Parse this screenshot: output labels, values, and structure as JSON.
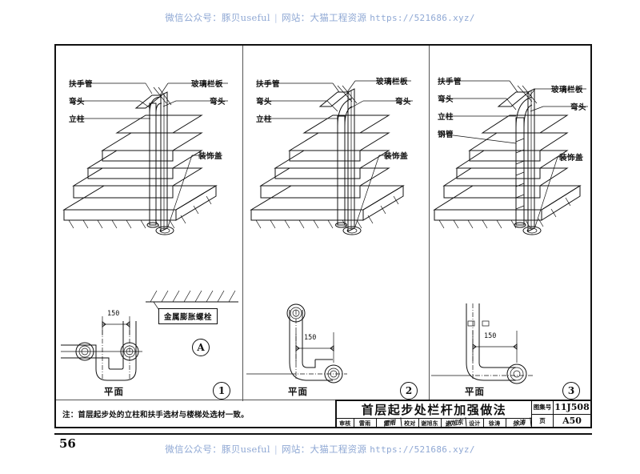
{
  "watermark": {
    "wechat_label": "微信公众号：",
    "wechat_name": "豚贝useful",
    "separator": "|",
    "site_label": "网站：",
    "site_name": "大猫工程资源",
    "url": "https://521686.xyz/"
  },
  "page": {
    "number": "56"
  },
  "iso_panels": [
    {
      "id": "iso-1",
      "labels_left": [
        "扶手管",
        "弯头",
        "立柱"
      ],
      "labels_right": [
        "玻璃栏板",
        "弯头",
        "装饰盖"
      ]
    },
    {
      "id": "iso-2",
      "labels_left": [
        "扶手管",
        "弯头",
        "立柱"
      ],
      "labels_right": [
        "玻璃栏板",
        "弯头",
        "装饰盖"
      ]
    },
    {
      "id": "iso-3",
      "labels_left": [
        "扶手管",
        "弯头",
        "立柱",
        "钢管"
      ],
      "labels_right": [
        "玻璃栏板",
        "弯头",
        "装饰盖"
      ]
    }
  ],
  "plan_panels": [
    {
      "id": "plan-1",
      "dimension": "150",
      "plan_label": "平面",
      "detail_bubble": "A",
      "callout": "金属膨胀螺栓",
      "number_bubble": "1"
    },
    {
      "id": "plan-2",
      "dimension": "150",
      "plan_label": "平面",
      "number_bubble": "2"
    },
    {
      "id": "plan-3",
      "dimension": "150",
      "plan_label": "平面",
      "number_bubble": "3"
    }
  ],
  "note": {
    "text": "注：首层起步处的立柱和扶手选材与楼梯处选材一致。"
  },
  "title_block": {
    "main_title": "首层起步处栏杆加强做法",
    "signatures": [
      {
        "role": "审核",
        "name": "雷雨",
        "hand": "雷雨"
      },
      {
        "role": "校对",
        "name": "谢旭东",
        "hand": "谢旭东"
      },
      {
        "role": "设计",
        "name": "徐涛",
        "hand": "徐涛"
      }
    ],
    "atlas_key": "图集号",
    "atlas_value": "11J508",
    "page_key": "页",
    "page_value": "A50"
  }
}
